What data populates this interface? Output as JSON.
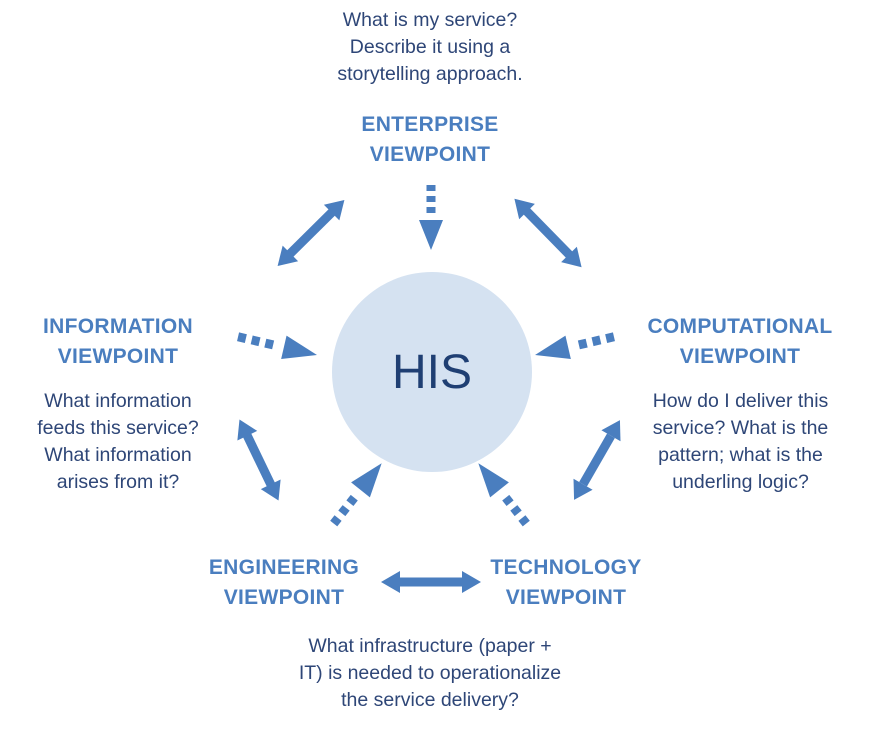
{
  "colors": {
    "title": "#4a7ebf",
    "description": "#2e4677",
    "arrow": "#4a7ebf",
    "hub_fill": "#d5e2f1",
    "hub_text": "#1f3f73"
  },
  "hub": {
    "label": "HIS"
  },
  "viewpoints": {
    "enterprise": {
      "title": [
        "ENTERPRISE",
        "VIEWPOINT"
      ],
      "description": [
        "What is my service?",
        "Describe it using a",
        "storytelling approach."
      ]
    },
    "information": {
      "title": [
        "INFORMATION",
        "VIEWPOINT"
      ],
      "description": [
        "What information",
        "feeds this service?",
        "What information",
        "arises from it?"
      ]
    },
    "computational": {
      "title": [
        "COMPUTATIONAL",
        "VIEWPOINT"
      ],
      "description": [
        "How do I deliver this",
        "service? What is the",
        "pattern; what is the",
        "underling logic?"
      ]
    },
    "engineering": {
      "title": [
        "ENGINEERING",
        "VIEWPOINT"
      ]
    },
    "technology": {
      "title": [
        "TECHNOLOGY",
        "VIEWPOINT"
      ]
    },
    "engineering_technology_shared": {
      "description": [
        "What infrastructure (paper +",
        "IT) is needed to operationalize",
        "the service delivery?"
      ]
    }
  }
}
